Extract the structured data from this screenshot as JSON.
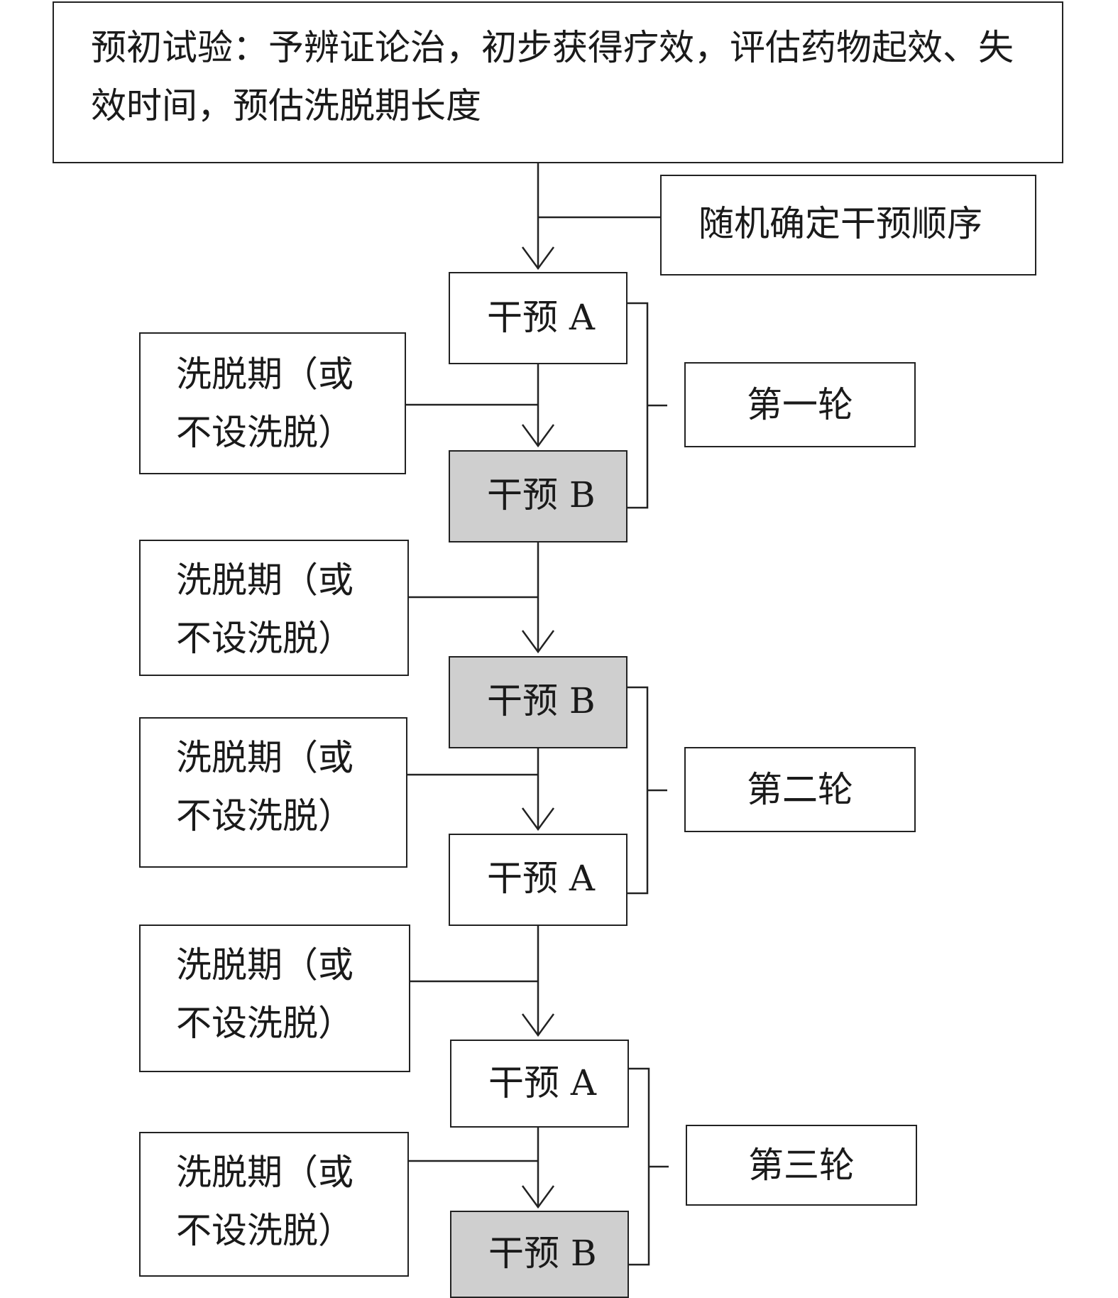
{
  "top_box": {
    "line1": "预初试验：予辨证论治，初步获得疗效，评估药物起效、失",
    "line2": "效时间，预估洗脱期长度"
  },
  "randomize_label": "随机确定干预顺序",
  "washout": {
    "line1": "洗脱期（或",
    "line2": "不设洗脱）"
  },
  "interventions": {
    "a": "干预 A",
    "b": "干预 B"
  },
  "rounds": {
    "first": "第一轮",
    "second": "第二轮",
    "third": "第三轮"
  },
  "colors": {
    "shaded": "#cfcfcf",
    "line": "#222222"
  }
}
